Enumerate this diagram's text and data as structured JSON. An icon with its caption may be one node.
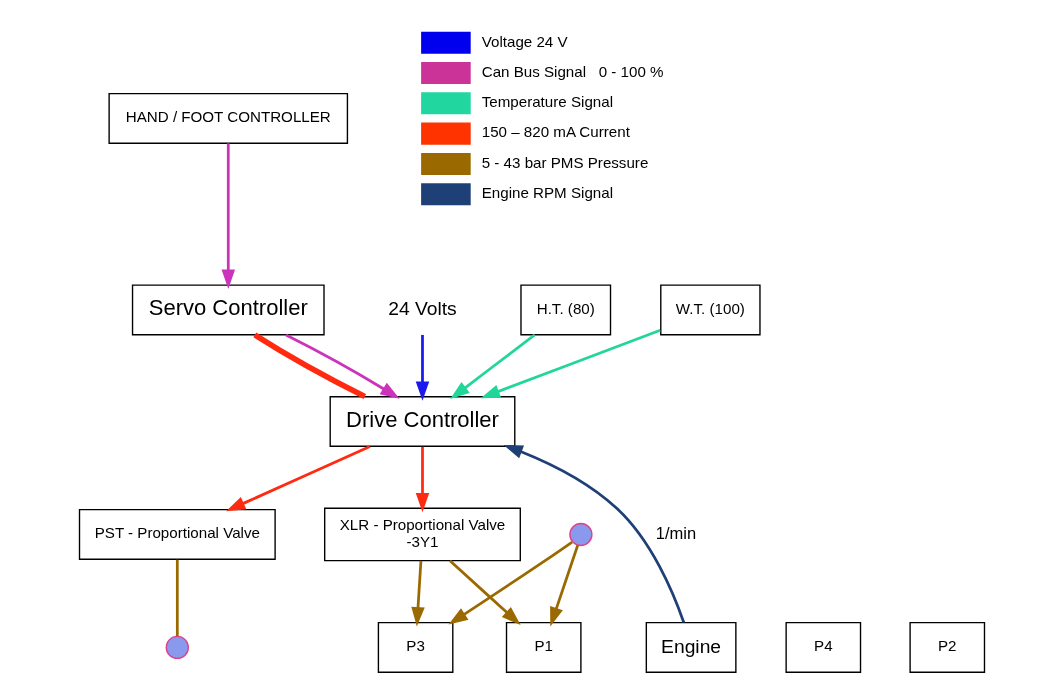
{
  "diagram": {
    "nodes": [
      {
        "text": [
          "HAND / FOOT CONTROLLER"
        ]
      },
      {
        "text": [
          "Servo Controller"
        ]
      },
      {
        "text": [
          "PST - Proportional Valve"
        ]
      },
      {
        "text": [],
        "shape": "circle"
      },
      {
        "text": [
          "XLR - Proportional Valve",
          "-3Y1"
        ]
      },
      {
        "text": [
          "Drive Controller"
        ]
      },
      {
        "text": [
          "24 Volts"
        ]
      },
      {
        "text": [],
        "shape": "circle"
      },
      {
        "text": [
          "P3"
        ]
      },
      {
        "text": [
          "P4"
        ]
      },
      {
        "text": [
          "Engine"
        ]
      },
      {
        "text": [
          "P1"
        ]
      },
      {
        "text": [
          "P2"
        ]
      },
      {
        "text": [
          "H.T. (80)"
        ]
      },
      {
        "text": [
          "W.T. (100)"
        ]
      }
    ],
    "edges": [
      {
        "from": 0,
        "to": 1,
        "arrow": "to",
        "color": "#cc33bb"
      },
      {
        "from": 1,
        "to": 5,
        "arrow": "none",
        "style": "thick",
        "color": "#ff2a10"
      },
      {
        "from": 5,
        "to": 2,
        "arrow": "to",
        "color": "#ff2a10"
      },
      {
        "from": 1,
        "to": 5,
        "arrow": "to",
        "color": "#cc33bb"
      },
      {
        "from": 6,
        "to": 5,
        "arrow": "to",
        "color": "#1a1aee"
      },
      {
        "from": 5,
        "to": 4,
        "arrow": "to",
        "color": "#ff2a10"
      },
      {
        "from": 2,
        "to": 3,
        "arrow": "none"
      },
      {
        "from": 4,
        "to": 8,
        "arrow": "to"
      },
      {
        "from": 4,
        "to": 11,
        "arrow": "to"
      },
      {
        "from": 7,
        "to": 8,
        "arrow": "to"
      },
      {
        "from": 7,
        "to": 11,
        "arrow": "to"
      },
      {
        "from": 10,
        "to": 5,
        "arrow": "to",
        "label": "1/min",
        "color": "#1f3f77"
      },
      {
        "from": 13,
        "to": 5,
        "arrow": "to",
        "color": "#22d69a"
      },
      {
        "from": 14,
        "to": 5,
        "arrow": "to",
        "color": "#22d69a"
      }
    ],
    "legend": [
      {
        "text": "Voltage 24 V",
        "color": "#0000ee"
      },
      {
        "text": "Can Bus Signal   0 - 100 %",
        "color": "#cc3399"
      },
      {
        "text": "Temperature Signal",
        "color": "#22d6a0"
      },
      {
        "text": "150 – 820 mA Current",
        "color": "#ff3300"
      },
      {
        "text": "5 - 43 bar PMS Pressure",
        "color": "#9a6a00"
      },
      {
        "text": "Engine RPM Signal",
        "color": "#1f3f77"
      }
    ]
  }
}
